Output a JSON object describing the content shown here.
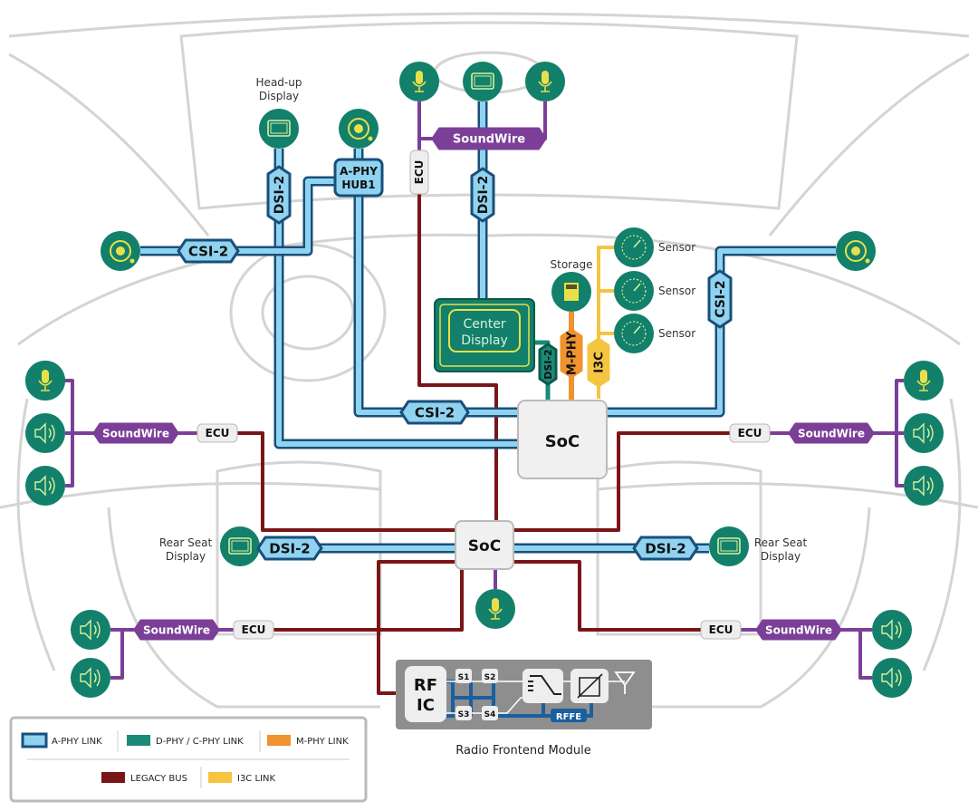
{
  "labels": {
    "head_up_display": [
      "Head-up",
      "Display"
    ],
    "aphy_hub": [
      "A-PHY",
      "HUB1"
    ],
    "center_display": [
      "Center",
      "Display"
    ],
    "storage": "Storage",
    "sensor": "Sensor",
    "soc": "SoC",
    "rear_seat_display": [
      "Rear Seat",
      "Display"
    ],
    "soundwire": "SoundWire",
    "ecu": "ECU",
    "dsi2": "DSI-2",
    "csi2": "CSI-2",
    "mphy": "M-PHY",
    "i3c": "I3C",
    "rf_ic": [
      "RF",
      "IC"
    ],
    "switches": [
      "S1",
      "S2",
      "S3",
      "S4"
    ],
    "rffe": "RFFE",
    "radio_frontend_module": "Radio Frontend Module"
  },
  "legend": {
    "aphy": "A-PHY LINK",
    "dphy": "D-PHY / C-PHY LINK",
    "mphy": "M-PHY LINK",
    "legacy": "LEGACY BUS",
    "i3c": "I3C LINK"
  },
  "colors": {
    "aphy_fill": "#8fd3f0",
    "aphy_border": "#1a4f7a",
    "dphy": "#1a8a78",
    "mphy": "#f0922e",
    "legacy": "#7a1518",
    "i3c": "#f5c542",
    "soundwire": "#7b3f98",
    "node": "#12806a",
    "icon": "#e8e04a"
  },
  "icons": [
    "microphone-icon",
    "display-icon",
    "camera-icon",
    "speaker-icon",
    "sensor-gauge-icon",
    "sd-card-icon",
    "antenna-icon",
    "filter-icon",
    "tunable-capacitor-icon"
  ]
}
